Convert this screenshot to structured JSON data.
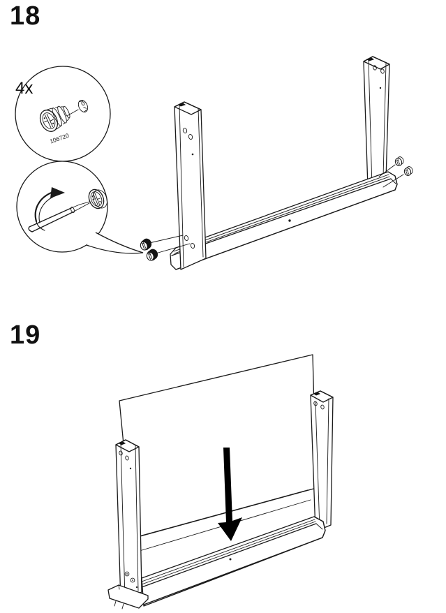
{
  "page": {
    "type": "assembly-instruction-sheet",
    "colors": {
      "background": "#ffffff",
      "line": "#1a1a1a",
      "arrow_fill": "#000000"
    }
  },
  "step18": {
    "number": "18",
    "callout": {
      "quantity_label": "4x",
      "part_number": "106720",
      "part_icon": "cam-lock-fastener",
      "action_icons": [
        "screwdriver",
        "clockwise-rotation-arrow"
      ]
    },
    "drawing": {
      "parts": [
        "side-panel-left",
        "side-panel-right",
        "bottom-rail"
      ],
      "fasteners_shown": 4
    }
  },
  "step19": {
    "number": "19",
    "drawing": {
      "parts": [
        "side-panel-left",
        "side-panel-right",
        "bottom-rail",
        "back-panel"
      ],
      "action_icon": "insert-down-arrow"
    }
  }
}
